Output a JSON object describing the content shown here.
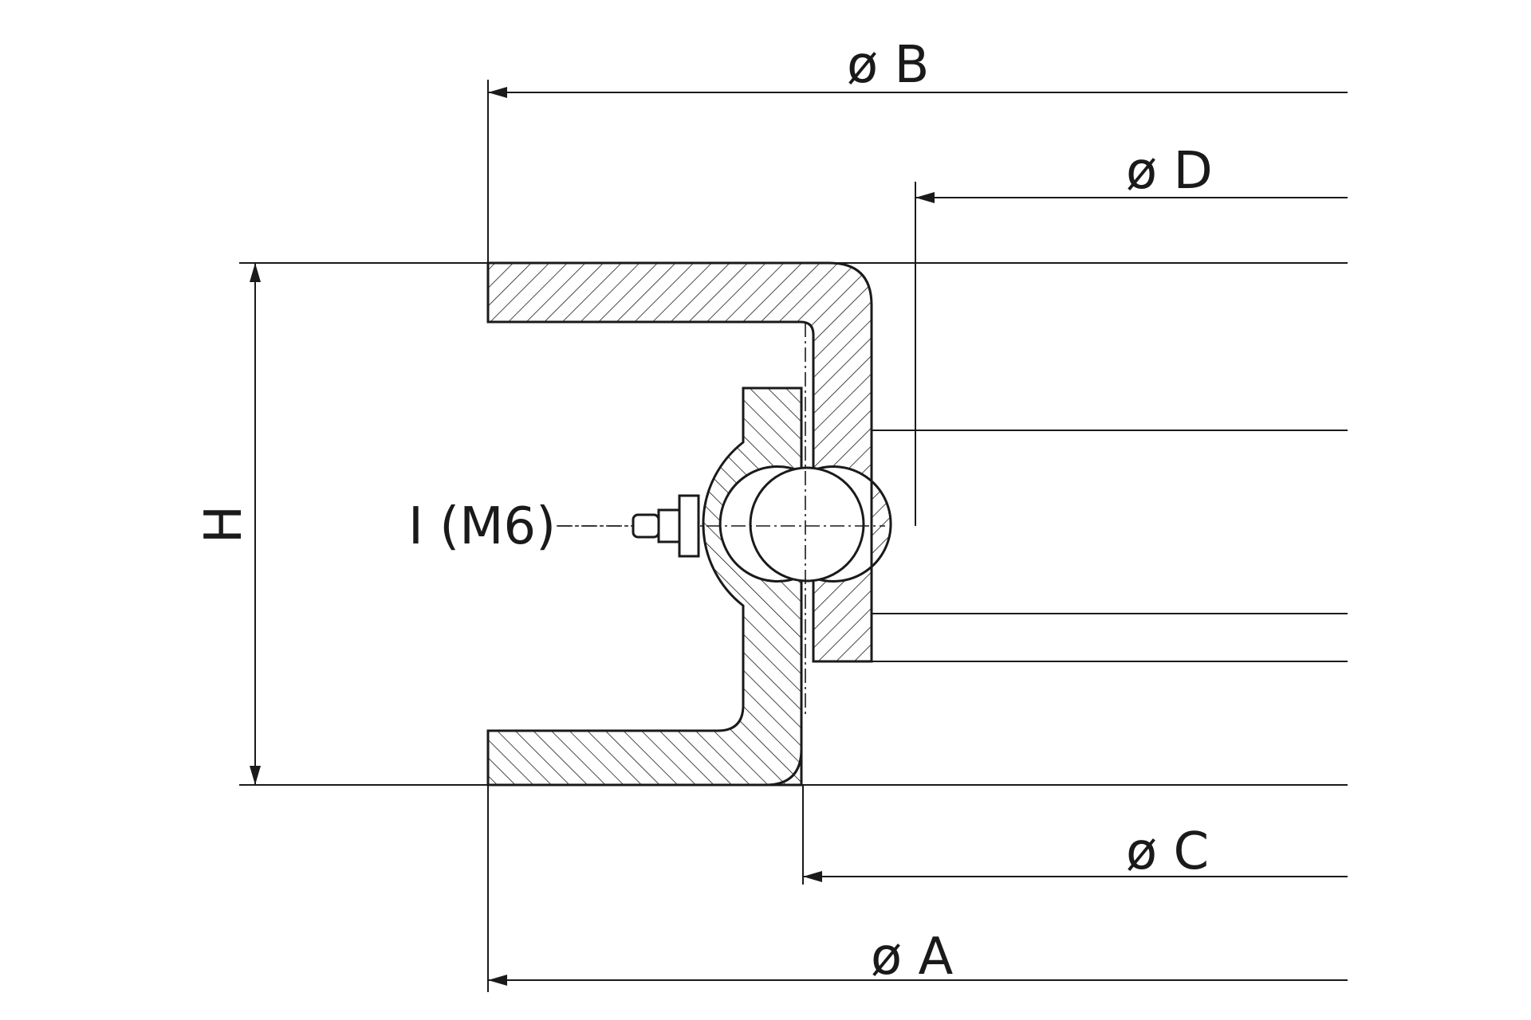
{
  "title": "",
  "labels": {
    "dim_b": "ø B",
    "dim_d": "ø D",
    "dim_c": "ø C",
    "dim_a": "ø A",
    "dim_h": "H",
    "lube": "I (M6)"
  },
  "colors": {
    "line": "#1a1a1a",
    "background": "#ffffff"
  }
}
